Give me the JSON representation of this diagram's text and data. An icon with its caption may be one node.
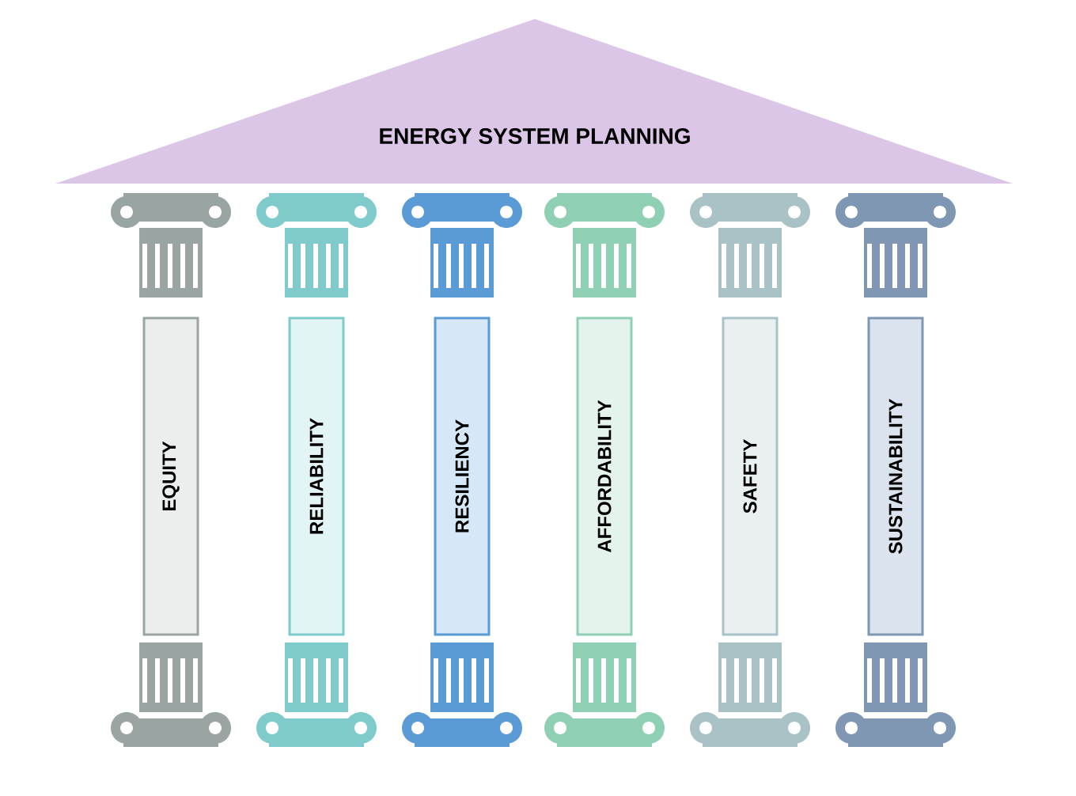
{
  "diagram": {
    "nodes": [
      {
        "text": [
          "ENERGY SYSTEM PLANNING"
        ]
      },
      {
        "text": [
          "EQUITY"
        ]
      },
      {
        "text": [
          "RELIABILITY"
        ]
      },
      {
        "text": [
          "RESILIENCY"
        ]
      },
      {
        "text": [
          "AFFORDABILITY"
        ]
      },
      {
        "text": [
          "SAFETY"
        ]
      },
      {
        "text": [
          "SUSTAINABILITY"
        ]
      }
    ]
  }
}
